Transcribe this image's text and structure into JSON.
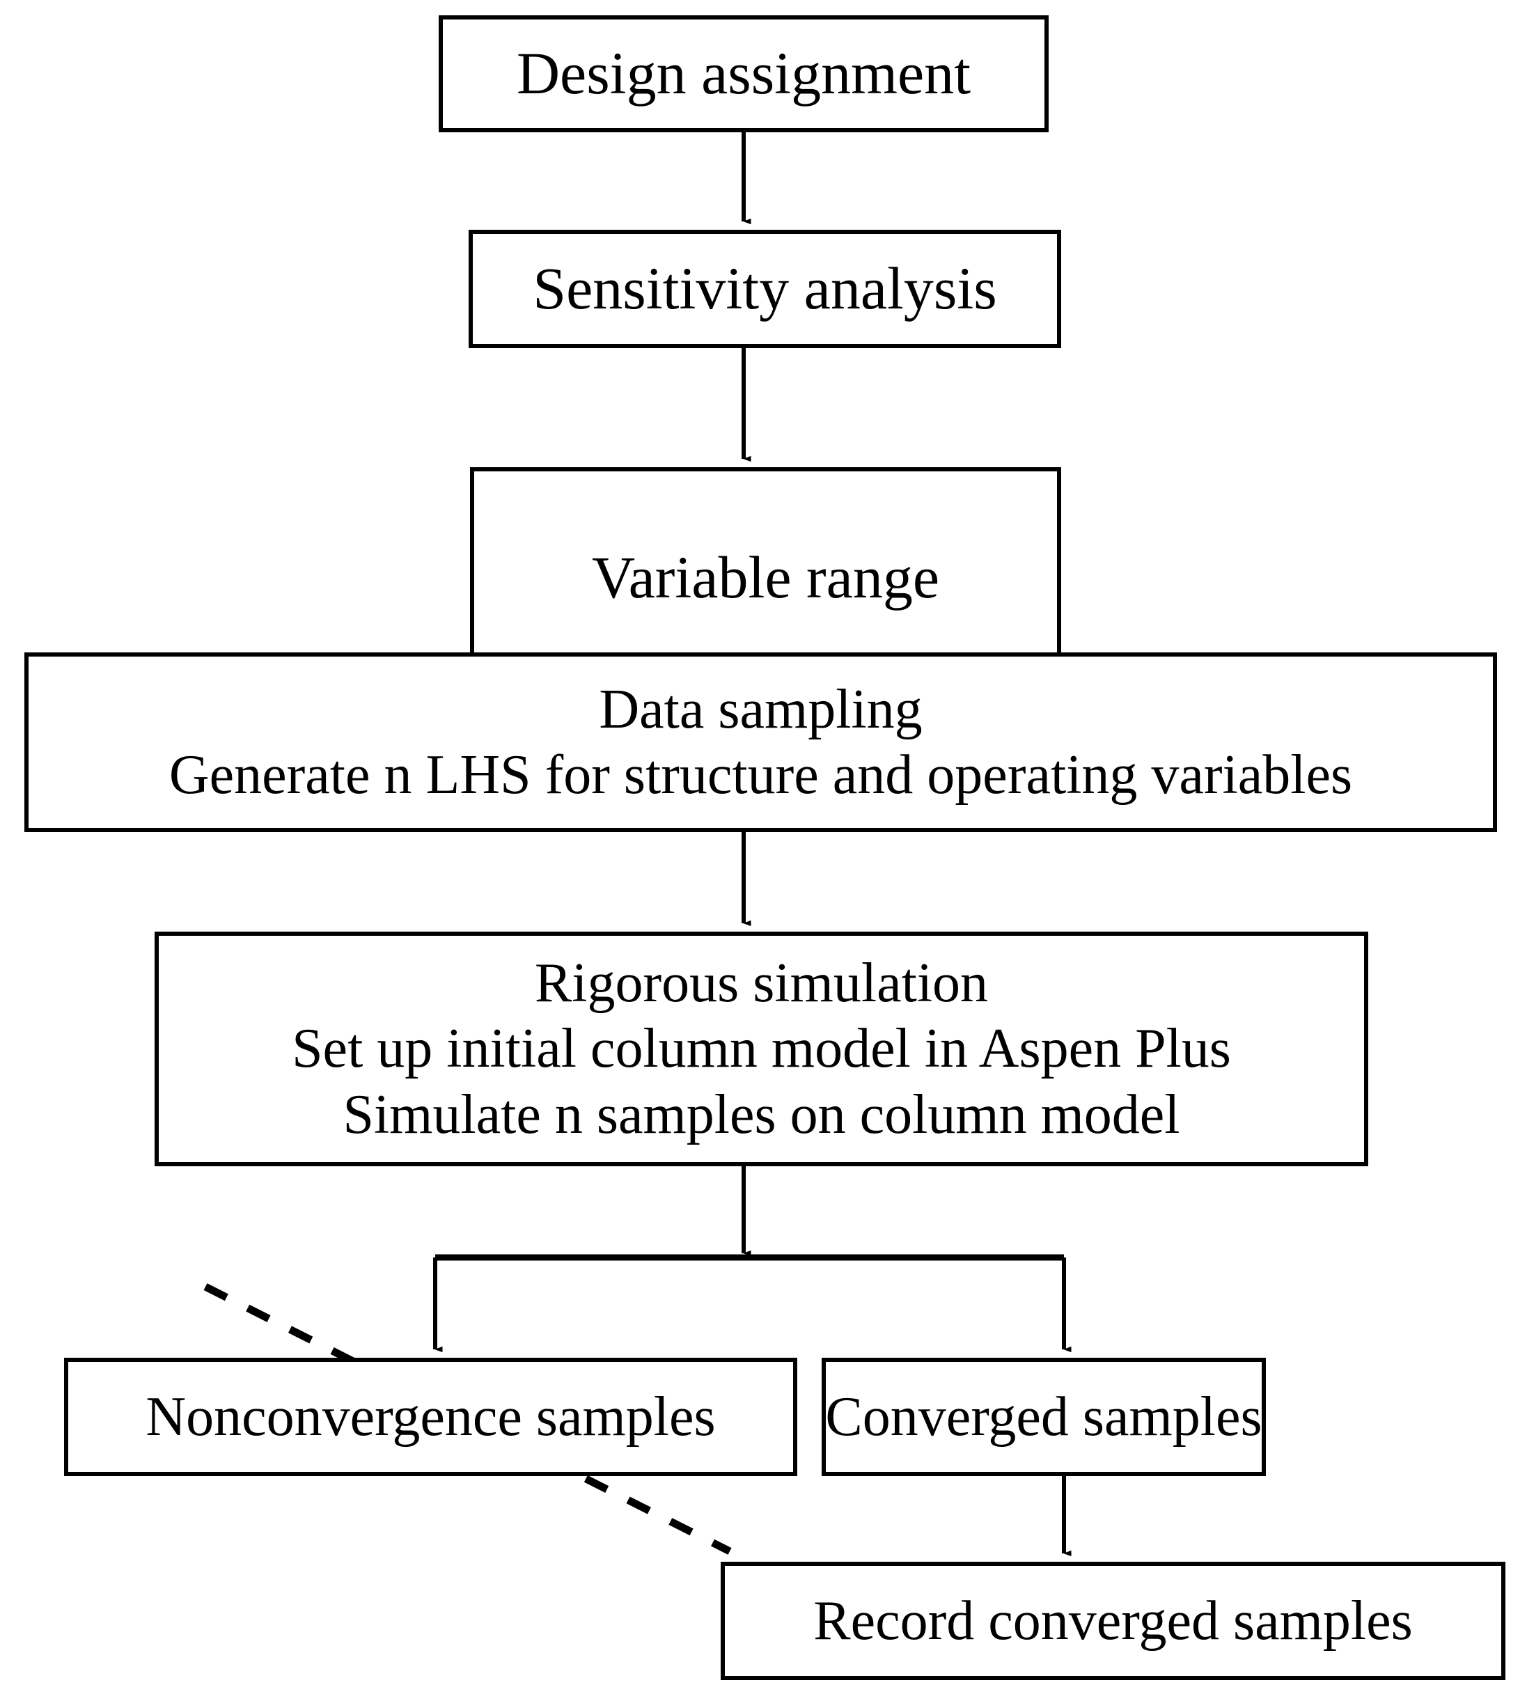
{
  "diagram": {
    "title": "Design simulation and sampling workflow flowchart",
    "background_color": "#ffffff",
    "stroke_color": "#000000",
    "nodes": [
      {
        "id": "design-assignment",
        "lines": [
          "Design assignment"
        ]
      },
      {
        "id": "sensitivity-analysis",
        "lines": [
          "Sensitivity analysis"
        ]
      },
      {
        "id": "variable-range",
        "lines": [
          "Variable range"
        ]
      },
      {
        "id": "data-sampling",
        "lines": [
          "Data sampling",
          "Generate n LHS for structure and operating variables"
        ]
      },
      {
        "id": "rigorous-simulation",
        "lines": [
          "Rigorous simulation",
          "Set up initial column model in Aspen Plus",
          "Simulate n samples on column model"
        ]
      },
      {
        "id": "nonconvergence-samples",
        "lines": [
          "Nonconvergence samples"
        ]
      },
      {
        "id": "converged-samples",
        "lines": [
          "Converged samples"
        ]
      },
      {
        "id": "record-converged-samples",
        "lines": [
          "Record converged samples"
        ]
      }
    ],
    "connectors": [
      {
        "id": "arrow-design-to-sensitivity",
        "style": "solid-arrow"
      },
      {
        "id": "arrow-sensitivity-to-variable",
        "style": "solid-arrow"
      },
      {
        "id": "arrow-variable-to-sampling",
        "style": "solid-arrow"
      },
      {
        "id": "arrow-sampling-to-simulation",
        "style": "solid-arrow"
      },
      {
        "id": "arrow-simulation-to-split",
        "style": "solid-arrow"
      },
      {
        "id": "split-bar",
        "style": "solid-line"
      },
      {
        "id": "arrow-split-to-nonconvergence",
        "style": "solid-arrow"
      },
      {
        "id": "arrow-split-to-converged",
        "style": "solid-arrow"
      },
      {
        "id": "arrow-converged-to-record",
        "style": "solid-arrow"
      },
      {
        "id": "strikethrough-nonconvergence",
        "style": "dashed-line"
      }
    ]
  }
}
